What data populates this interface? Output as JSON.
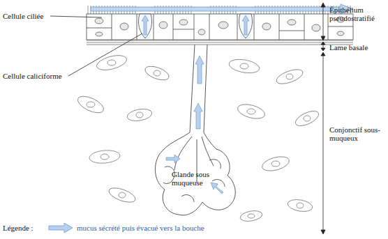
{
  "diagram": {
    "labels": [
      "Cellule ciliée",
      "Cellule caliciforme",
      "Épithélium pseudostratifié",
      "Lame basale",
      "Conjonctif sous-muqueux",
      "Glande sous muqueuse",
      "Légende :"
    ],
    "legend": [
      {
        "text": "mucus sécrété puis évacué vers la bouche"
      }
    ]
  }
}
